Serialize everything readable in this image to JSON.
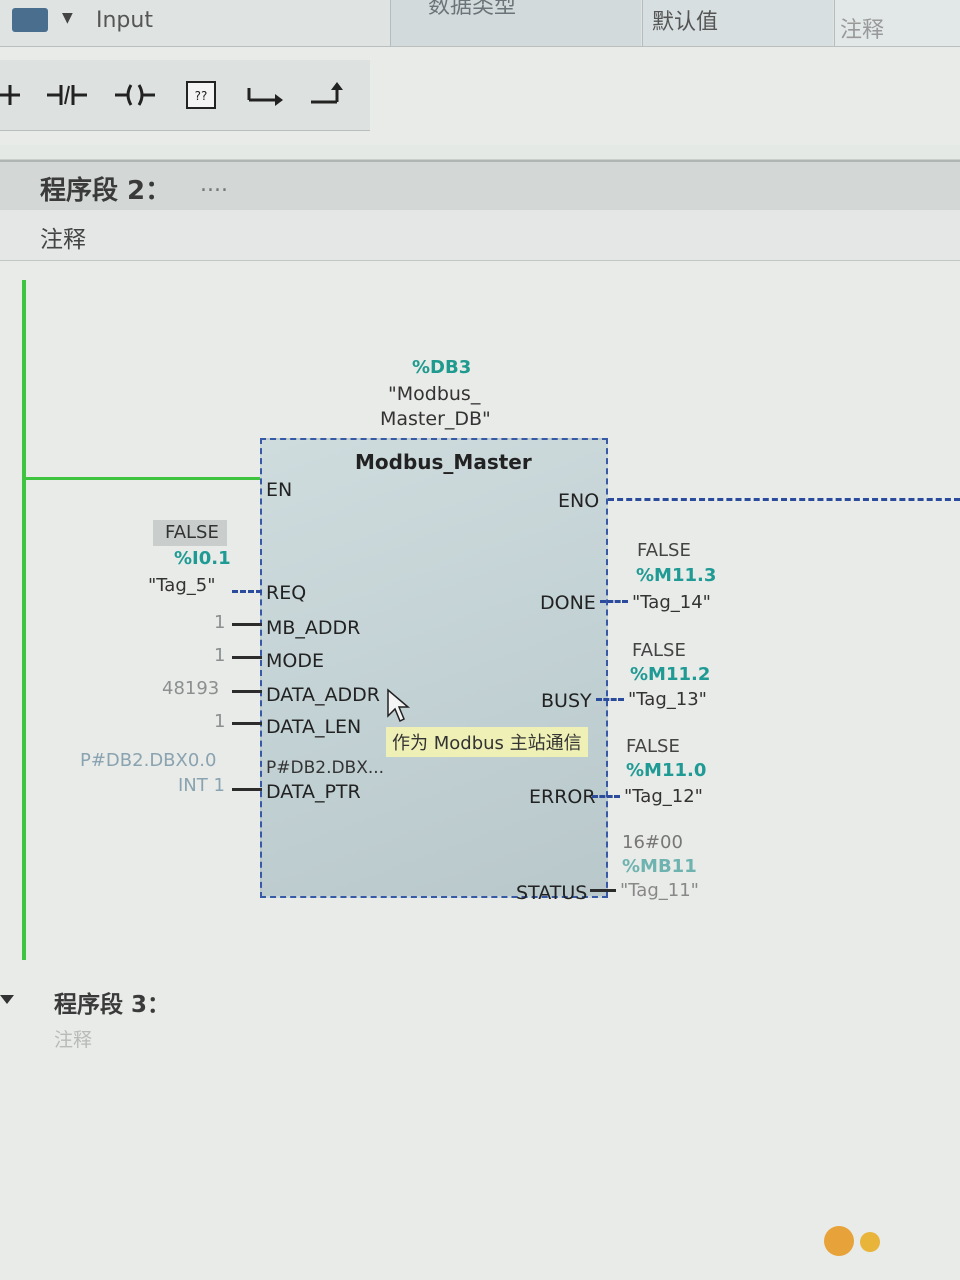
{
  "header": {
    "col_name": "Input",
    "col_datatype": "数据类型",
    "col_default": "默认值",
    "col_comment": "注释"
  },
  "toolbar": {
    "items": [
      "normally-open-contact",
      "normally-closed-contact",
      "coil",
      "empty-box",
      "open-branch",
      "close-branch"
    ]
  },
  "network2": {
    "title": "程序段 2：",
    "dots": "....",
    "comment": "注释"
  },
  "instance_db": {
    "address": "%DB3",
    "name_line1": "\"Modbus_",
    "name_line2": "Master_DB\""
  },
  "block": {
    "title": "Modbus_Master",
    "inputs": {
      "en": "EN",
      "req": "REQ",
      "mb_addr": "MB_ADDR",
      "mode": "MODE",
      "data_addr": "DATA_ADDR",
      "data_len": "DATA_LEN",
      "data_ptr_value": "P#DB2.DBX...",
      "data_ptr": "DATA_PTR"
    },
    "outputs": {
      "eno": "ENO",
      "done": "DONE",
      "busy": "BUSY",
      "error": "ERROR",
      "status": "STATUS"
    }
  },
  "input_params": {
    "req_status": "FALSE",
    "req_address": "%I0.1",
    "req_tag": "\"Tag_5\"",
    "mb_addr_value": "1",
    "mode_value": "1",
    "data_addr_value": "48193",
    "data_len_value": "1",
    "data_ptr_line1": "P#DB2.DBX0.0",
    "data_ptr_line2": "INT 1"
  },
  "output_params": {
    "done_status": "FALSE",
    "done_address": "%M11.3",
    "done_tag": "\"Tag_14\"",
    "busy_status": "FALSE",
    "busy_address": "%M11.2",
    "busy_tag": "\"Tag_13\"",
    "error_status": "FALSE",
    "error_address": "%M11.0",
    "error_tag": "\"Tag_12\"",
    "status_value": "16#00",
    "status_address": "%MB11",
    "status_tag": "\"Tag_11\""
  },
  "tooltip": "作为 Modbus 主站通信",
  "network3": {
    "title": "程序段 3：",
    "comment": "注释"
  },
  "colors": {
    "power_rail": "#3fc43f",
    "block_border": "#3759a6",
    "address": "#1f9a94",
    "tooltip_bg": "#eef0b6"
  }
}
